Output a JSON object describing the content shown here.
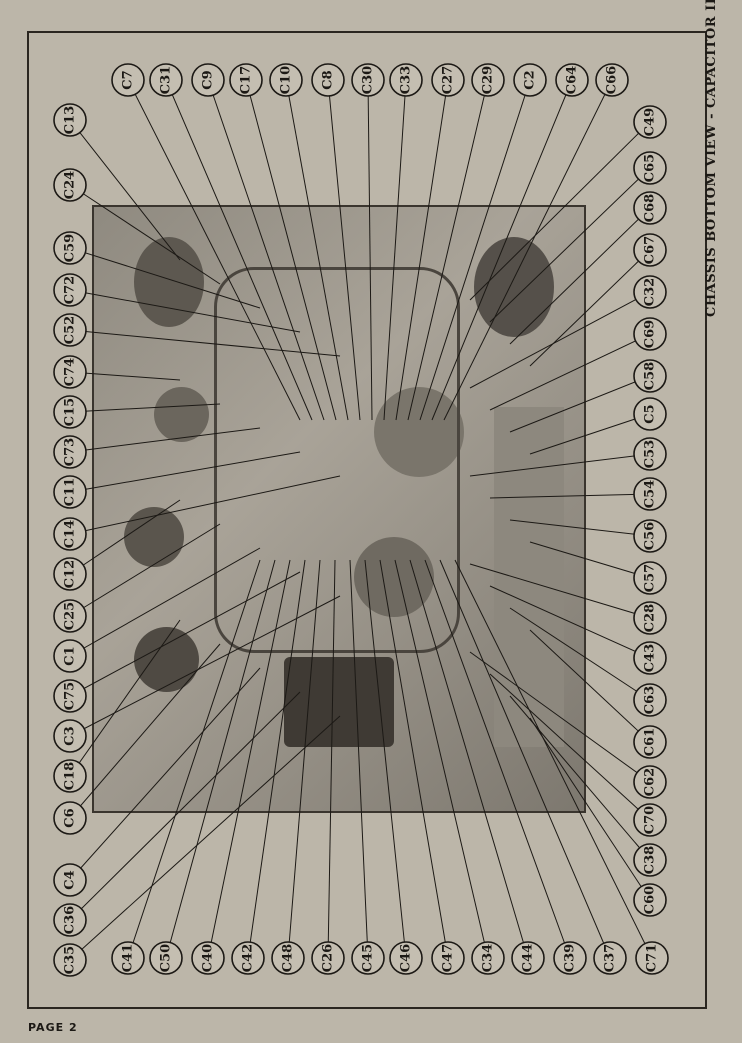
{
  "caption": "CHASSIS BOTTOM VIEW - CAPACITOR IDENT.",
  "page_number": "PAGE 2",
  "labels_top": [
    "C7",
    "C31",
    "C9",
    "C17",
    "C10",
    "C8",
    "C30",
    "C33",
    "C27",
    "C29",
    "C2",
    "C64",
    "C66"
  ],
  "labels_left": [
    "C13",
    "C24",
    "C59",
    "C72",
    "C52",
    "C74",
    "C15",
    "C73",
    "C11",
    "C14",
    "C12",
    "C25",
    "C1",
    "C75",
    "C3",
    "C18",
    "C6",
    "C4",
    "C36",
    "C35"
  ],
  "labels_bottom": [
    "C41",
    "C50",
    "C40",
    "C42",
    "C48",
    "C26",
    "C45",
    "C46",
    "C47",
    "C34",
    "C44",
    "C39",
    "C37",
    "C71"
  ],
  "labels_right": [
    "C49",
    "C65",
    "C68",
    "C67",
    "C32",
    "C69",
    "C58",
    "C5",
    "C53",
    "C54",
    "C56",
    "C57",
    "C28",
    "C43",
    "C63",
    "C61",
    "C62",
    "C70",
    "C38",
    "C60"
  ]
}
